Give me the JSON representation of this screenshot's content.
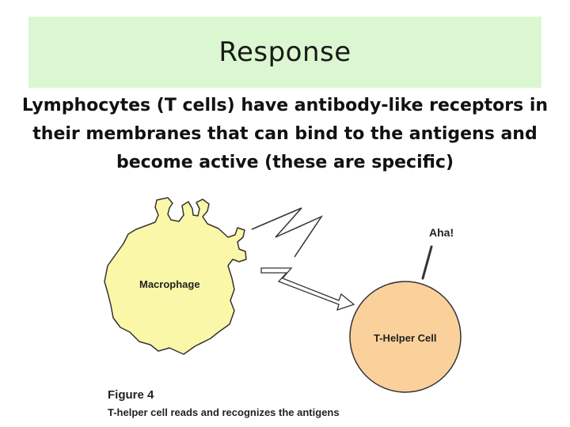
{
  "slide": {
    "title": "Response",
    "body_lines": [
      "Lymphocytes (T cells) have antibody-like receptors in",
      "their membranes that can bind to the antigens and",
      "become active (these are specific)"
    ]
  },
  "figure": {
    "macrophage_label": "Macrophage",
    "tcell_label": "T-Helper Cell",
    "exclamation": "Aha!",
    "figure_number": "Figure 4",
    "caption": "T-helper cell reads and recognizes the antigens",
    "colors": {
      "macrophage_fill": "#fbf7a8",
      "tcell_fill": "#fbd19b",
      "title_bg": "#dbf7d1",
      "outline": "#333333"
    }
  }
}
